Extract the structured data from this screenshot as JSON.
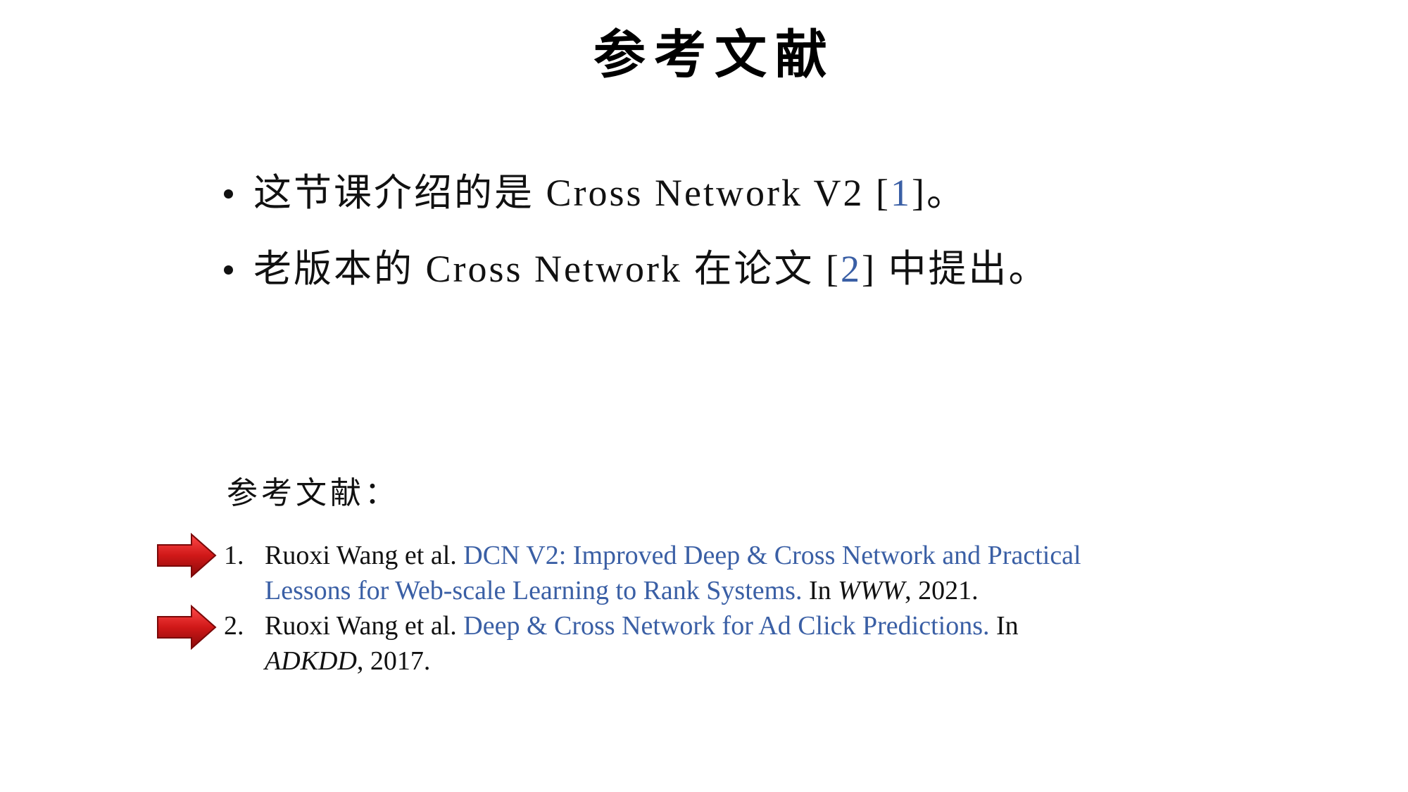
{
  "slide": {
    "title": "参考文献",
    "bullets": [
      {
        "prefix": "这节课介绍的是 Cross Network V2 [",
        "cite": "1",
        "suffix": "]。"
      },
      {
        "prefix": "老版本的 Cross Network 在论文 [",
        "cite": "2",
        "suffix": "] 中提出。"
      }
    ],
    "references_heading": "参考文献：",
    "references": [
      {
        "number": "1.",
        "authors": "Ruoxi Wang et al. ",
        "title_line1": "DCN V2: Improved Deep & Cross Network and Practical",
        "title_line2": "Lessons for Web-scale Learning to Rank Systems.",
        "in_text": " In ",
        "venue": "WWW",
        "year": ", 2021."
      },
      {
        "number": "2.",
        "authors": "Ruoxi Wang et al. ",
        "title_line1": "Deep & Cross Network for Ad Click Predictions.",
        "in_text": " In",
        "venue": "ADKDD",
        "year": ", 2017."
      }
    ],
    "colors": {
      "link": "#3a5fa5",
      "text": "#111111",
      "arrow": "#d01818"
    },
    "icons": [
      "red-arrow-icon"
    ]
  }
}
